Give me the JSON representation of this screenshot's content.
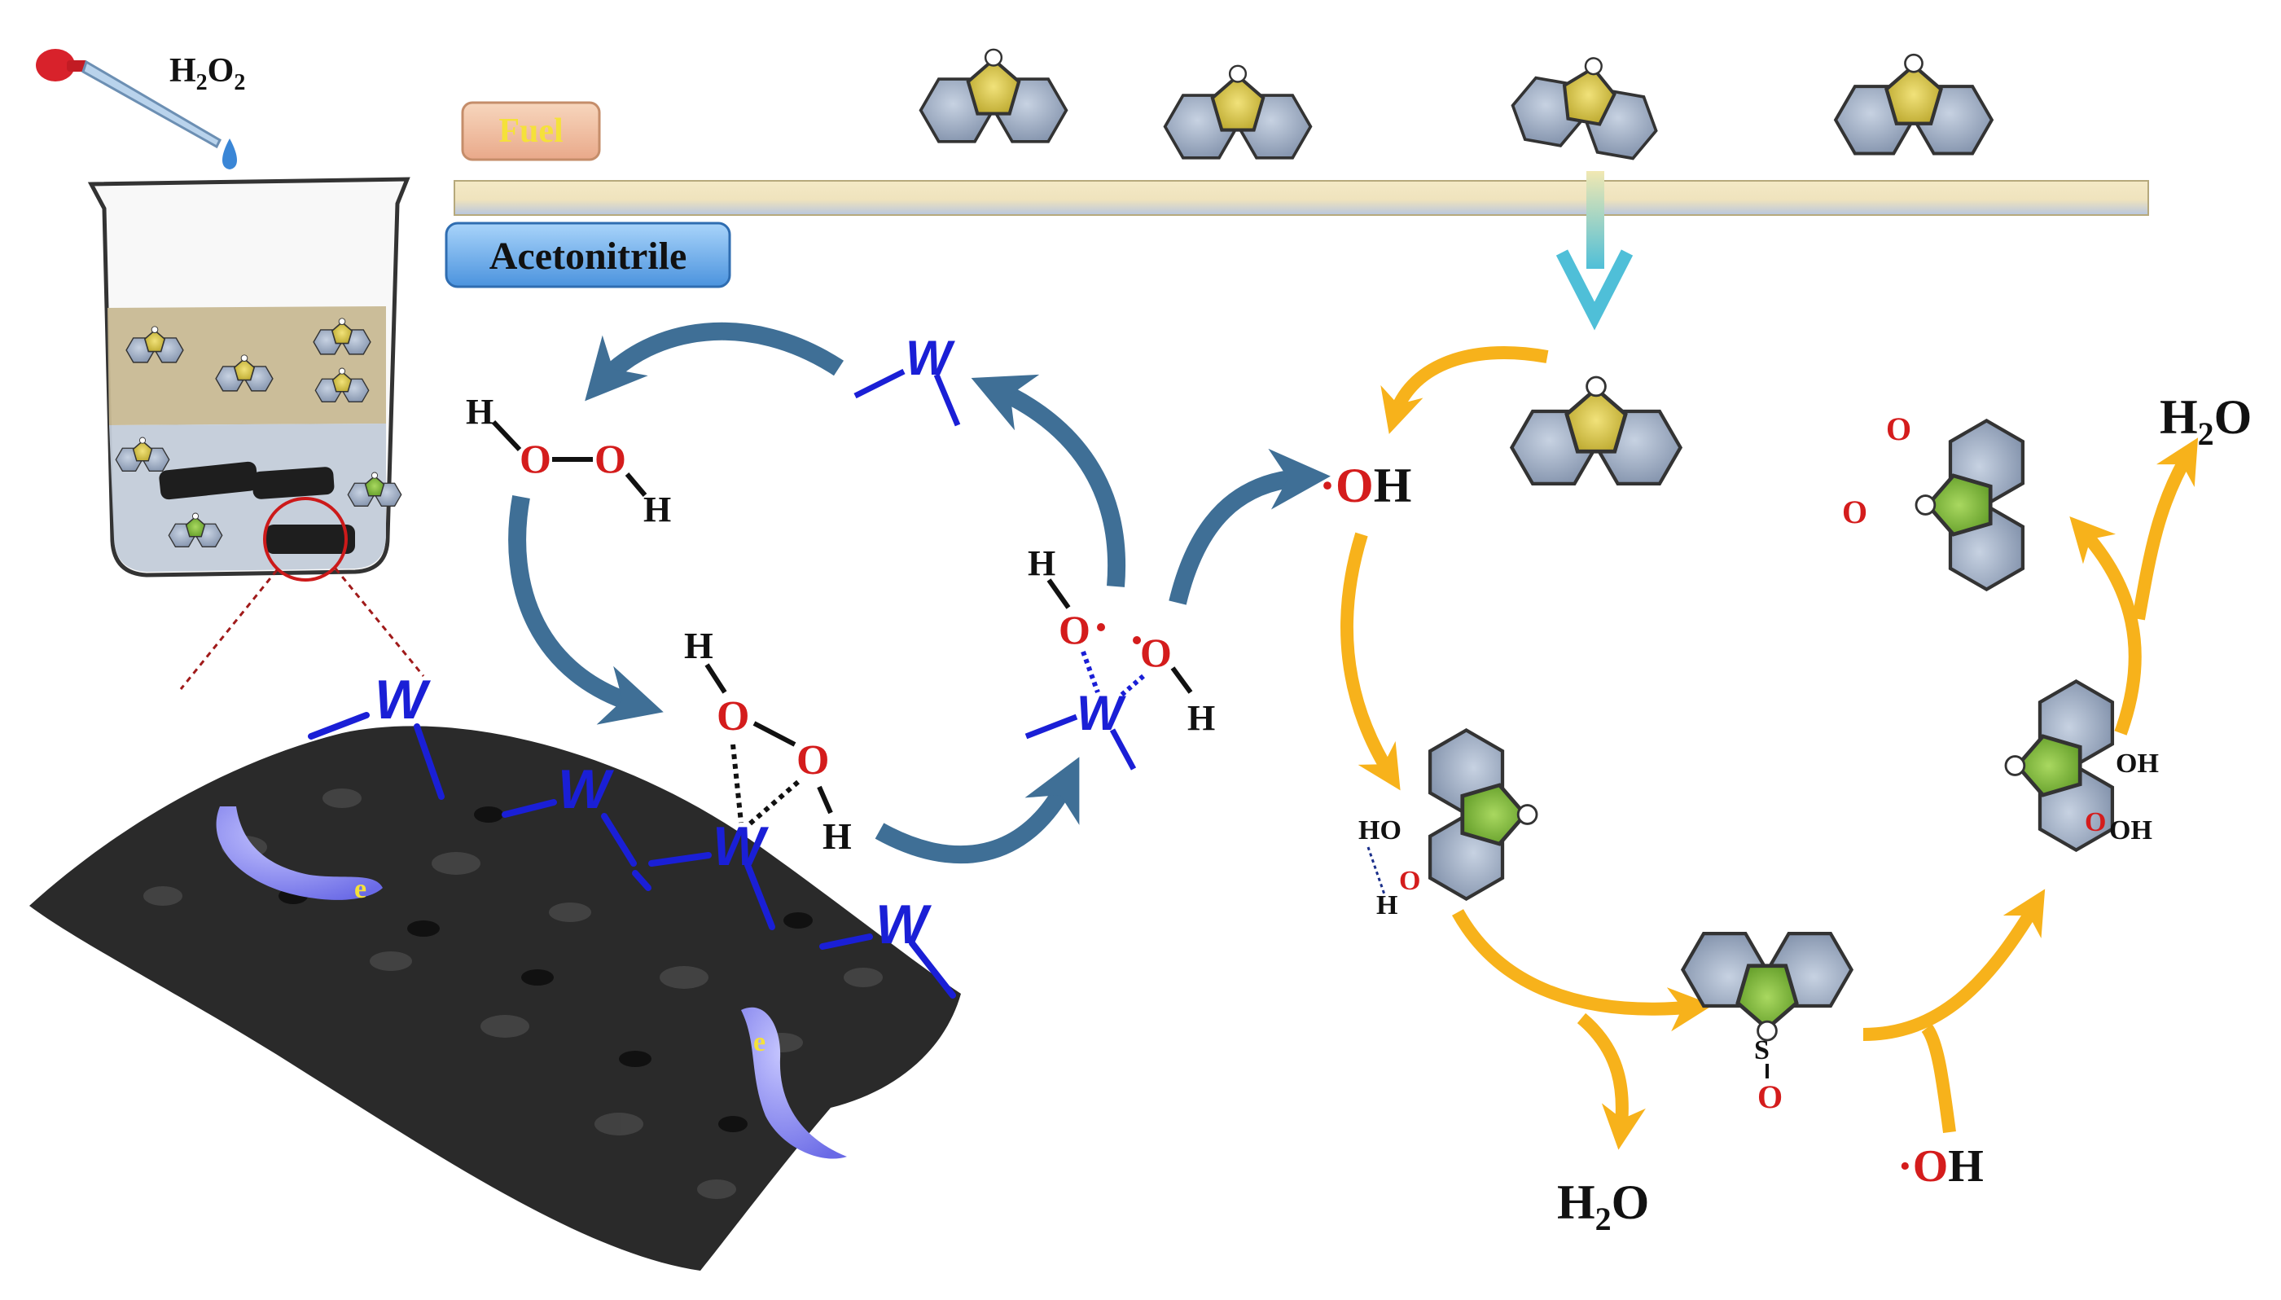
{
  "labels": {
    "h2o2_top_h": "H",
    "h2o2_top_sub": "2",
    "h2o2_top_o": "O",
    "fuel": "Fuel",
    "acetonitrile": "Acetonitrile",
    "W": "W",
    "H": "H",
    "O": "O",
    "S": "S",
    "electron": "e",
    "oh_radical": "·OH",
    "oh_O": "O",
    "oh_H": "H",
    "h2o_H": "H",
    "h2o_sub": "2",
    "h2o_O": "O",
    "ho": "HO",
    "oh": "OH"
  },
  "colors": {
    "w_blue": "#1a1fd6",
    "cycle_arrow": "#3f6f96",
    "orange_arrow": "#f7b21b",
    "oxygen_red": "#d41c1c",
    "fuel_box": "#f4c4a4",
    "fuel_text": "#f5e13a",
    "acn_box": "#78b6ee",
    "ring_fill": "#9fb0c8",
    "thiophene_yellow": "#d8c63c",
    "thiophene_green": "#7fb83b",
    "support_black": "#1e1e1e",
    "electron_purple": "#7c7cf0"
  }
}
